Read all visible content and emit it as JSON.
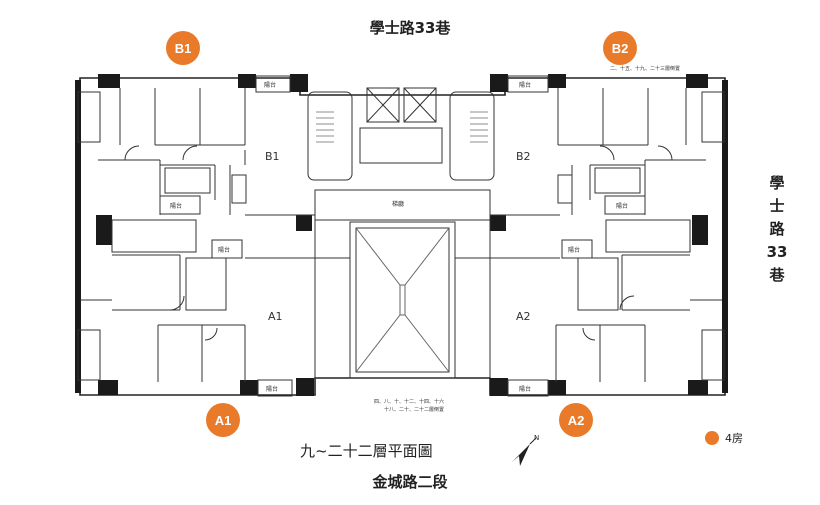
{
  "streets": {
    "top": "學士路33巷",
    "right": [
      "學",
      "士",
      "路",
      "33",
      "巷"
    ],
    "bottom": "金城路二段"
  },
  "units": [
    {
      "id": "B1",
      "label": "B1"
    },
    {
      "id": "B2",
      "label": "B2"
    },
    {
      "id": "A1",
      "label": "A1"
    },
    {
      "id": "A2",
      "label": "A2"
    }
  ],
  "room_labels": {
    "b1": "B1",
    "b2": "B2",
    "a1": "A1",
    "a2": "A2",
    "lobby": "梯廳",
    "balcony": "陽台"
  },
  "floor_notes": {
    "top_right": "二、十五、十九、二十三層倒置",
    "bottom": "四、八、十、十二、十四、十六",
    "bottom2": "十八、二十、二十二層倒置"
  },
  "plan_title": "九~二十二層平面圖",
  "legend": {
    "label": "4房",
    "color": "#e87a2a"
  },
  "colors": {
    "accent": "#e87a2a",
    "wall": "#1a1a1a",
    "line": "#555555"
  },
  "icons": {
    "compass": "north-arrow-icon"
  }
}
